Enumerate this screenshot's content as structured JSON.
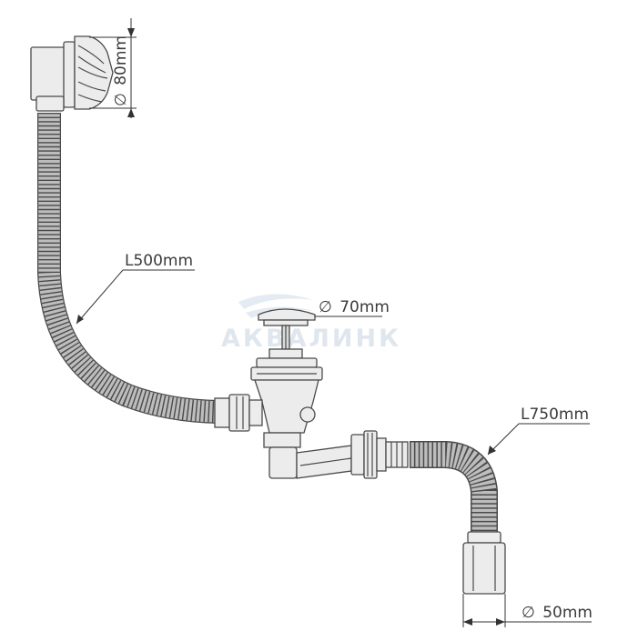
{
  "labels": {
    "overflow_diameter": "80mm",
    "overflow_hose_length": "L500mm",
    "drain_diameter": "70mm",
    "outlet_hose_length": "L750mm",
    "outlet_diameter": "50mm"
  },
  "diameter_symbol": "∅",
  "watermark": "АКВАЛИНК",
  "colors": {
    "line": "#4a4a4a",
    "fill": "#ececec",
    "watermark": "#dfe6ee"
  }
}
